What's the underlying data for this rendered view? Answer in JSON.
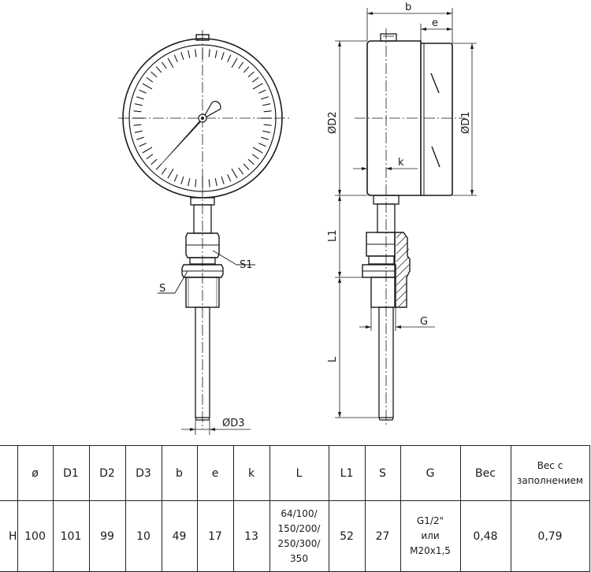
{
  "drawing": {
    "labels": {
      "b": "b",
      "e": "e",
      "d2": "ØD2",
      "d1": "ØD1",
      "k": "k",
      "l1": "L1",
      "l": "L",
      "s1": "S1",
      "s": "S",
      "g": "G",
      "d3": "ØD3"
    }
  },
  "table": {
    "headers": [
      "",
      "ø",
      "D1",
      "D2",
      "D3",
      "b",
      "e",
      "k",
      "L",
      "L1",
      "S",
      "G",
      "Вес",
      "Вес с заполнением"
    ],
    "row": {
      "model": "Н",
      "diameter": "100",
      "d1": "101",
      "d2": "99",
      "d3": "10",
      "b": "49",
      "e": "17",
      "k": "13",
      "l": [
        "64/100/",
        "150/200/",
        "250/300/",
        "350"
      ],
      "l1": "52",
      "s": "27",
      "g": [
        "G1/2\"",
        "или",
        "М20х1,5"
      ],
      "weight": "0,48",
      "weight_filled": "0,79"
    }
  }
}
